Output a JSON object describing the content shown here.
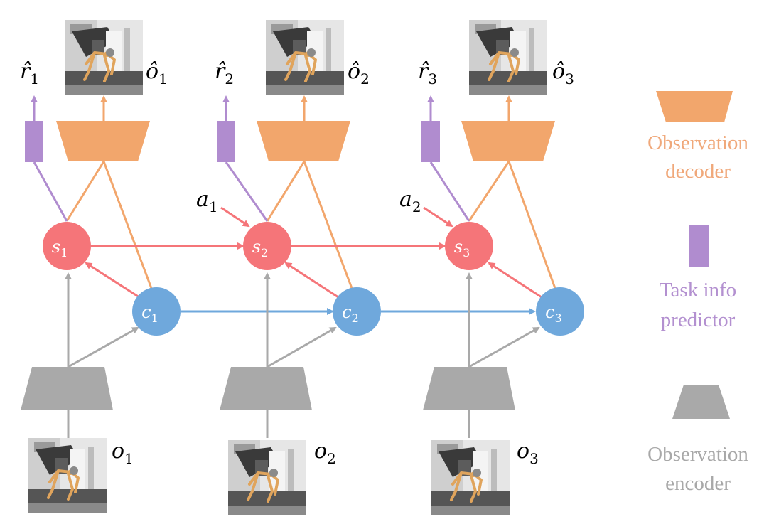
{
  "colors": {
    "state": "#f57579",
    "context": "#6fa8dc",
    "decoder": "#f2a66c",
    "predictor": "#b08ccf",
    "encoder": "#a9a9a9",
    "legend_decoder_text": "#f0a87a",
    "legend_predictor_text": "#b390d0",
    "legend_encoder_text": "#a8a8a8"
  },
  "timesteps": [
    {
      "state": "s",
      "state_sub": "1",
      "context": "c",
      "context_sub": "1",
      "obs": "o",
      "obs_sub": "1",
      "recon": "ô",
      "recon_sub": "1",
      "reward": "r̂",
      "reward_sub": "1",
      "action": "",
      "action_sub": ""
    },
    {
      "state": "s",
      "state_sub": "2",
      "context": "c",
      "context_sub": "2",
      "obs": "o",
      "obs_sub": "2",
      "recon": "ô",
      "recon_sub": "2",
      "reward": "r̂",
      "reward_sub": "2",
      "action": "a",
      "action_sub": "1"
    },
    {
      "state": "s",
      "state_sub": "3",
      "context": "c",
      "context_sub": "3",
      "obs": "o",
      "obs_sub": "3",
      "recon": "ô",
      "recon_sub": "3",
      "reward": "r̂",
      "reward_sub": "3",
      "action": "a",
      "action_sub": "2"
    }
  ],
  "legend": {
    "decoder_line1": "Observation",
    "decoder_line2": "decoder",
    "predictor_line1": "Task info",
    "predictor_line2": "predictor",
    "encoder_line1": "Observation",
    "encoder_line2": "encoder"
  }
}
